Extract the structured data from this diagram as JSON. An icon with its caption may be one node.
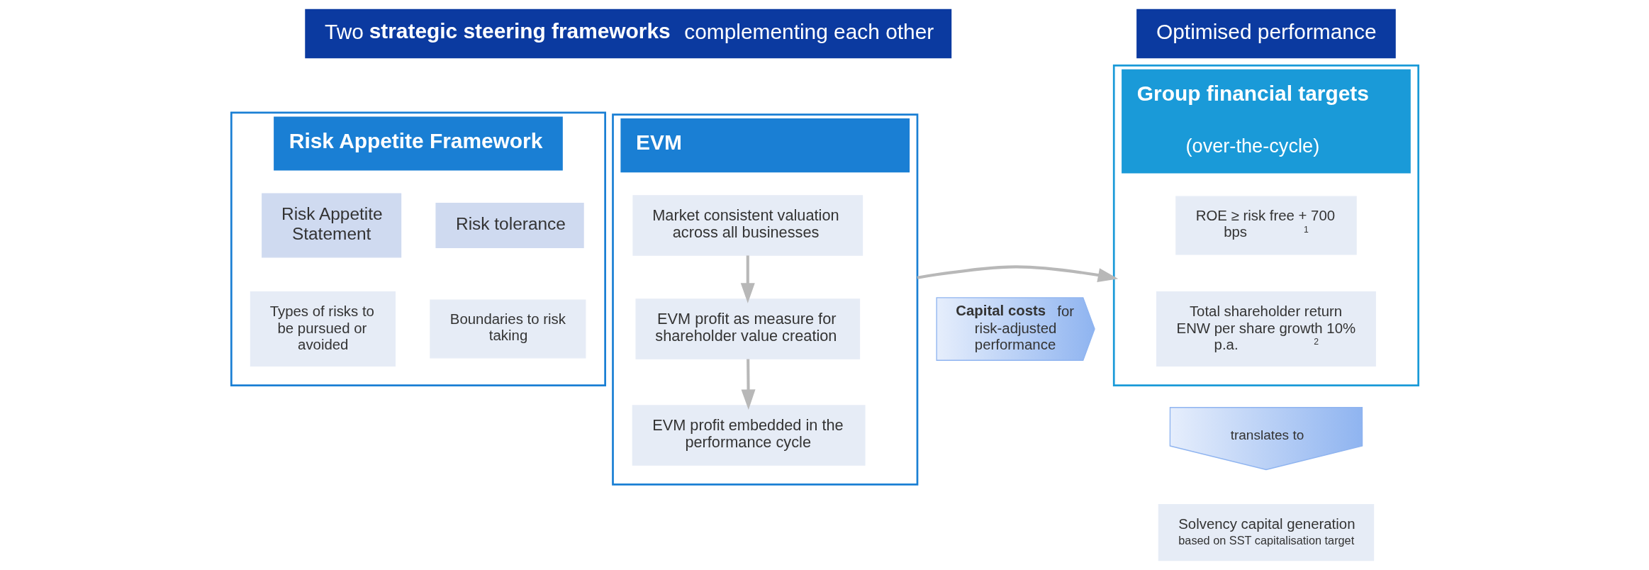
{
  "diagram": {
    "nodes": [
      {
        "text": [
          "Two **strategic steering frameworks** complementing each other"
        ]
      },
      {
        "text": [
          "Optimised performance"
        ]
      },
      {
        "text": [
          "Risk Appetite Framework"
        ]
      },
      {
        "text": [
          "Risk Appetite Statement"
        ],
        "in": 2
      },
      {
        "text": [
          "Types of risks to be pursued or avoided"
        ],
        "in": 2
      },
      {
        "text": [
          "Risk tolerance"
        ],
        "in": 2
      },
      {
        "text": [
          "Boundaries to risk taking"
        ],
        "in": 2
      },
      {
        "text": [
          "**Capital costs** for risk-adjusted performance"
        ]
      },
      {
        "text": [
          "EVM"
        ]
      },
      {
        "text": [
          "Market consistent valuation across all businesses"
        ],
        "in": 8
      },
      {
        "text": [
          "EVM profit as measure for shareholder value creation"
        ],
        "in": 8
      },
      {
        "text": [
          "EVM profit embedded in the performance cycle"
        ],
        "in": 8
      },
      {
        "text": [
          "Group financial targets",
          "(over-the-cycle)"
        ]
      },
      {
        "text": [
          "ROE ≥ risk free + 700 bps$^{1}$"
        ],
        "in": 12
      },
      {
        "text": [
          "Total shareholder return ENW per share growth 10% p.a.$^{2}$"
        ],
        "in": 12
      },
      {
        "text": [
          "translates to"
        ]
      },
      {
        "text": [
          "Solvency capital generation",
          "based on SST capitalisation target"
        ]
      }
    ],
    "edges": [
      {
        "from": 9,
        "to": 10,
        "arrow": "to"
      },
      {
        "from": 10,
        "to": 11,
        "arrow": "to"
      },
      {
        "from": 8,
        "to": 12,
        "arrow": "to"
      }
    ]
  }
}
